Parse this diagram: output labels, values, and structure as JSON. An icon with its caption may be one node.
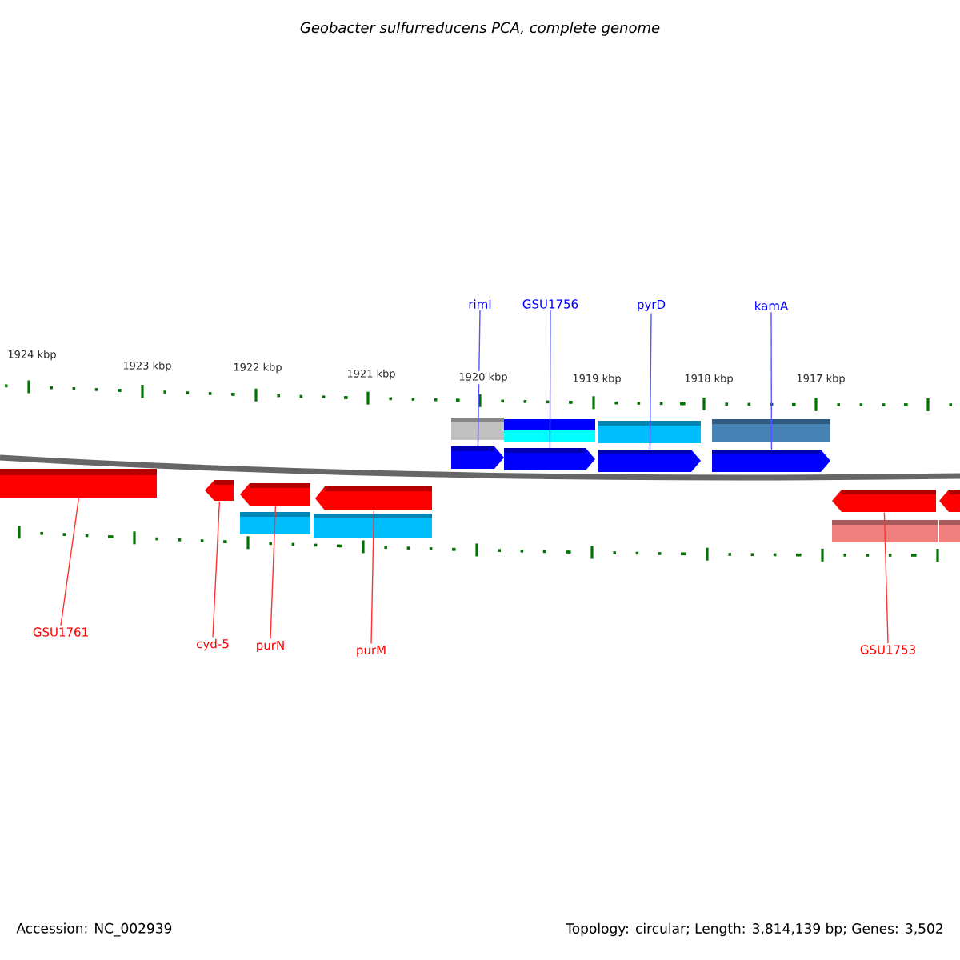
{
  "diagram": {
    "title": "Geobacter sulfurreducens PCA, complete genome",
    "nodes": [
      {
        "text": [
          "rimI"
        ]
      },
      {
        "text": [
          "GSU1756"
        ]
      },
      {
        "text": [
          "pyrD"
        ]
      },
      {
        "text": [
          "kamA"
        ]
      },
      {
        "text": [],
        "shape": "bar"
      },
      {
        "text": [],
        "shape": "bar"
      },
      {
        "text": [],
        "shape": "bar"
      },
      {
        "text": [],
        "shape": "bar"
      },
      {
        "text": [],
        "shape": "bar"
      },
      {
        "text": [],
        "shape": "bar"
      },
      {
        "text": [],
        "shape": "bar"
      },
      {
        "text": [],
        "shape": "bar"
      },
      {
        "text": [],
        "shape": "bar"
      },
      {
        "text": [],
        "shape": "bar"
      },
      {
        "text": [
          "GSU1761"
        ]
      },
      {
        "text": [
          "cyd-5"
        ]
      },
      {
        "text": [
          "purN"
        ]
      },
      {
        "text": [
          "purM"
        ]
      },
      {
        "text": [
          "GSU1753"
        ]
      }
    ],
    "edges": [
      {
        "from": 0,
        "to": 4,
        "arrow": "none",
        "color": "#5555ff"
      },
      {
        "from": 1,
        "to": 5,
        "arrow": "none",
        "color": "#5555ff"
      },
      {
        "from": 2,
        "to": 6,
        "arrow": "none",
        "color": "#5555ff"
      },
      {
        "from": 3,
        "to": 7,
        "arrow": "none",
        "color": "#5555ff"
      },
      {
        "from": 14,
        "to": 8,
        "arrow": "none"
      },
      {
        "from": 15,
        "to": 9,
        "arrow": "none"
      },
      {
        "from": 16,
        "to": 10,
        "arrow": "none"
      },
      {
        "from": 17,
        "to": 11,
        "arrow": "none"
      },
      {
        "from": 18,
        "to": 12,
        "arrow": "none"
      }
    ],
    "labels": [
      "1924 kbp",
      "1923 kbp",
      "1922 kbp",
      "1921 kbp",
      "1920 kbp",
      "1919 kbp",
      "1918 kbp",
      "1917 kbp",
      "Accession: NC_002939",
      "Topology: circular; Length: 3,814,139 bp; Genes: 3,502"
    ]
  }
}
